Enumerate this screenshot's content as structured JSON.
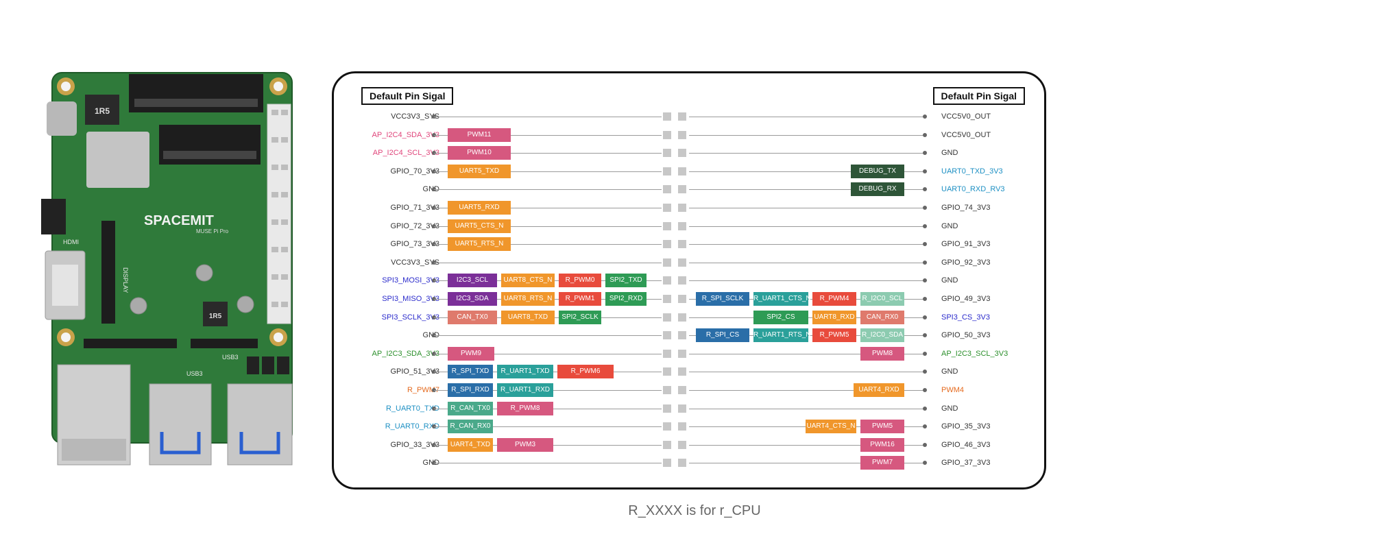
{
  "diagram": {
    "header_left": "Default Pin Sigal",
    "header_right": "Default Pin Sigal",
    "rows": [
      {
        "left": "VCC3V3_SYS",
        "left_color": "#333333",
        "right": "VCC5V0_OUT",
        "right_color": "#333333",
        "left_tags": [],
        "right_tags": []
      },
      {
        "left": "AP_I2C4_SDA_3V3",
        "left_color": "#e0457b",
        "right": "VCC5V0_OUT",
        "right_color": "#333333",
        "left_tags": [
          {
            "text": "PWM11",
            "color": "#d6587f",
            "w": 92
          }
        ],
        "right_tags": []
      },
      {
        "left": "AP_I2C4_SCL_3V3",
        "left_color": "#e0457b",
        "right": "GND",
        "right_color": "#333333",
        "left_tags": [
          {
            "text": "PWM10",
            "color": "#d6587f",
            "w": 92
          }
        ],
        "right_tags": []
      },
      {
        "left": "GPIO_70_3V3",
        "left_color": "#333333",
        "right": "UART0_TXD_3V3",
        "right_color": "#1c8fc3",
        "left_tags": [
          {
            "text": "UART5_TXD",
            "color": "#f0962b",
            "w": 92
          }
        ],
        "right_tags": [
          {
            "text": "DEBUG_TX",
            "color": "#2e5538",
            "w": 78
          }
        ]
      },
      {
        "left": "GND",
        "left_color": "#333333",
        "right": "UART0_RXD_RV3",
        "right_color": "#1c8fc3",
        "left_tags": [],
        "right_tags": [
          {
            "text": "DEBUG_RX",
            "color": "#2e5538",
            "w": 78
          }
        ]
      },
      {
        "left": "GPIO_71_3V3",
        "left_color": "#333333",
        "right": "GPIO_74_3V3",
        "right_color": "#333333",
        "left_tags": [
          {
            "text": "UART5_RXD",
            "color": "#f0962b",
            "w": 92
          }
        ],
        "right_tags": []
      },
      {
        "left": "GPIO_72_3V3",
        "left_color": "#333333",
        "right": "GND",
        "right_color": "#333333",
        "left_tags": [
          {
            "text": "UART5_CTS_N",
            "color": "#f0962b",
            "w": 92
          }
        ],
        "right_tags": []
      },
      {
        "left": "GPIO_73_3V3",
        "left_color": "#333333",
        "right": "GPIO_91_3V3",
        "right_color": "#333333",
        "left_tags": [
          {
            "text": "UART5_RTS_N",
            "color": "#f0962b",
            "w": 92
          }
        ],
        "right_tags": []
      },
      {
        "left": "VCC3V3_SYS",
        "left_color": "#333333",
        "right": "GPIO_92_3V3",
        "right_color": "#333333",
        "left_tags": [],
        "right_tags": []
      },
      {
        "left": "SPI3_MOSI_3V3",
        "left_color": "#2a2acb",
        "right": "GND",
        "right_color": "#333333",
        "left_tags": [
          {
            "text": "I2C3_SCL",
            "color": "#7b2f98",
            "w": 72
          },
          {
            "text": "UART8_CTS_N",
            "color": "#f0962b",
            "w": 78
          },
          {
            "text": "R_PWM0",
            "color": "#e84b3c",
            "w": 62
          },
          {
            "text": "SPI2_TXD",
            "color": "#2e9b55",
            "w": 60
          }
        ],
        "right_tags": []
      },
      {
        "left": "SPI3_MISO_3V3",
        "left_color": "#2a2acb",
        "right": "GPIO_49_3V3",
        "right_color": "#333333",
        "left_tags": [
          {
            "text": "I2C3_SDA",
            "color": "#7b2f98",
            "w": 72
          },
          {
            "text": "UART8_RTS_N",
            "color": "#f0962b",
            "w": 78
          },
          {
            "text": "R_PWM1",
            "color": "#e84b3c",
            "w": 62
          },
          {
            "text": "SPI2_RXD",
            "color": "#2e9b55",
            "w": 60
          }
        ],
        "right_tags": [
          {
            "text": "R_SPI_SCLK",
            "color": "#2a6ea8",
            "w": 78
          },
          {
            "text": "R_UART1_CTS_N",
            "color": "#2aa09a",
            "w": 80
          },
          {
            "text": "R_PWM4",
            "color": "#e84b3c",
            "w": 64
          },
          {
            "text": "R_I2C0_SCL",
            "color": "#8ccbb0",
            "w": 64
          }
        ]
      },
      {
        "left": "SPI3_SCLK_3V3",
        "left_color": "#2a2acb",
        "right": "SPI3_CS_3V3",
        "right_color": "#2a2acb",
        "left_tags": [
          {
            "text": "CAN_TX0",
            "color": "#df7a6c",
            "w": 72
          },
          {
            "text": "UART8_TXD",
            "color": "#f0962b",
            "w": 78
          },
          {
            "text": "SPI2_SCLK",
            "color": "#2e9b55",
            "w": 62
          }
        ],
        "right_tags": [
          {
            "text": "SPI2_CS",
            "color": "#2e9b55",
            "w": 80
          },
          {
            "text": "UART8_RXD",
            "color": "#f0962b",
            "w": 64
          },
          {
            "text": "CAN_RX0",
            "color": "#df7a6c",
            "w": 64
          }
        ]
      },
      {
        "left": "GND",
        "left_color": "#333333",
        "right": "GPIO_50_3V3",
        "right_color": "#333333",
        "left_tags": [],
        "right_tags": [
          {
            "text": "R_SPI_CS",
            "color": "#2a6ea8",
            "w": 78
          },
          {
            "text": "R_UART1_RTS_N",
            "color": "#2aa09a",
            "w": 80
          },
          {
            "text": "R_PWM5",
            "color": "#e84b3c",
            "w": 64
          },
          {
            "text": "R_I2C0_SDA",
            "color": "#8ccbb0",
            "w": 64
          }
        ]
      },
      {
        "left": "AP_I2C3_SDA_3V3",
        "left_color": "#2b8f2b",
        "right": "AP_I2C3_SCL_3V3",
        "right_color": "#2b8f2b",
        "left_tags": [
          {
            "text": "PWM9",
            "color": "#d6587f",
            "w": 68
          }
        ],
        "right_tags": [
          {
            "text": "PWM8",
            "color": "#d6587f",
            "w": 64
          }
        ]
      },
      {
        "left": "GPIO_51_3V3",
        "left_color": "#333333",
        "right": "GND",
        "right_color": "#333333",
        "left_tags": [
          {
            "text": "R_SPI_TXD",
            "color": "#2a6ea8",
            "w": 66
          },
          {
            "text": "R_UART1_TXD",
            "color": "#2aa09a",
            "w": 82
          },
          {
            "text": "R_PWM6",
            "color": "#e84b3c",
            "w": 82
          }
        ],
        "right_tags": []
      },
      {
        "left": "R_PWM7",
        "left_color": "#e56a1e",
        "right": "PWM4",
        "right_color": "#e56a1e",
        "left_tags": [
          {
            "text": "R_SPI_RXD",
            "color": "#2a6ea8",
            "w": 66
          },
          {
            "text": "R_UART1_RXD",
            "color": "#2aa09a",
            "w": 82
          }
        ],
        "right_tags": [
          {
            "text": "UART4_RXD",
            "color": "#f0962b",
            "w": 74
          }
        ]
      },
      {
        "left": "R_UART0_TXD",
        "left_color": "#1c8fc3",
        "right": "GND",
        "right_color": "#333333",
        "left_tags": [
          {
            "text": "R_CAN_TX0",
            "color": "#4aa98a",
            "w": 66
          },
          {
            "text": "R_PWM8",
            "color": "#d6587f",
            "w": 82
          }
        ],
        "right_tags": []
      },
      {
        "left": "R_UART0_RXD",
        "left_color": "#1c8fc3",
        "right": "GPIO_35_3V3",
        "right_color": "#333333",
        "left_tags": [
          {
            "text": "R_CAN_RX0",
            "color": "#4aa98a",
            "w": 66
          }
        ],
        "right_tags": [
          {
            "text": "UART4_CTS_N",
            "color": "#f0962b",
            "w": 74
          },
          {
            "text": "PWM5",
            "color": "#d6587f",
            "w": 64
          }
        ]
      },
      {
        "left": "GPIO_33_3V3",
        "left_color": "#333333",
        "right": "GPIO_46_3V3",
        "right_color": "#333333",
        "left_tags": [
          {
            "text": "UART4_TXD",
            "color": "#f0962b",
            "w": 66
          },
          {
            "text": "PWM3",
            "color": "#d6587f",
            "w": 82
          }
        ],
        "right_tags": [
          {
            "text": "PWM16",
            "color": "#d6587f",
            "w": 64
          }
        ]
      },
      {
        "left": "GND",
        "left_color": "#333333",
        "right": "GPIO_37_3V3",
        "right_color": "#333333",
        "left_tags": [],
        "right_tags": [
          {
            "text": "PWM7",
            "color": "#d6587f",
            "w": 64
          }
        ]
      }
    ]
  },
  "board": {
    "logo_text": "SPACEMIT",
    "model_text": "MUSE Pi Pro",
    "inductor_1": "1R5",
    "inductor_2": "1R5",
    "label_hdmi": "HDMI",
    "label_usb3_a": "USB3",
    "label_usb3_b": "USB3",
    "label_display": "DISPLAY"
  },
  "footnote": "R_XXXX is for r_CPU"
}
